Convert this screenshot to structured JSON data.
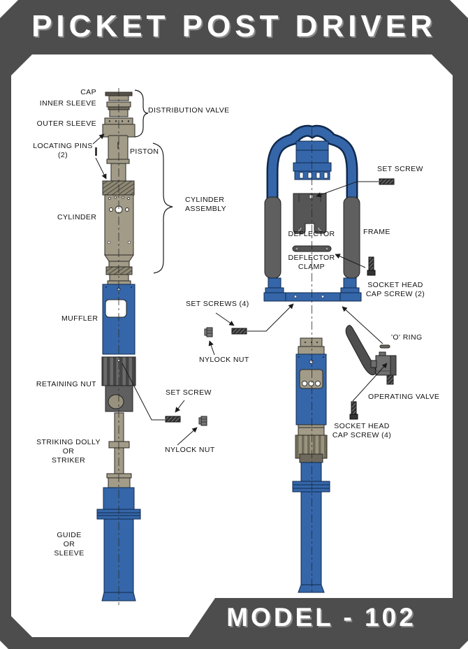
{
  "title": "PICKET POST DRIVER",
  "model": "MODEL - 102",
  "colors": {
    "frame_gray": "#4d4d4d",
    "part_blue": "#3566a9",
    "part_olive": "#a19b88",
    "part_dark_gray": "#5f5f5f",
    "line": "#1a1a1a"
  },
  "labels": {
    "cap": "CAP",
    "inner_sleeve": "INNER SLEEVE",
    "outer_sleeve": "OUTER SLEEVE",
    "distribution_valve": "DISTRIBUTION VALVE",
    "locating_pins": "LOCATING PINS\n(2)",
    "piston": "PISTON",
    "cylinder": "CYLINDER",
    "cylinder_assembly": "CYLINDER\nASSEMBLY",
    "muffler": "MUFFLER",
    "retaining_nut": "RETAINING NUT",
    "set_screw_left": "SET SCREW",
    "nylock_nut_left": "NYLOCK NUT",
    "striking_dolly": "STRIKING DOLLY\nOR\nSTRIKER",
    "guide": "GUIDE\nOR\nSLEEVE",
    "set_screws_4": "SET SCREWS (4)",
    "nylock_nut_mid": "NYLOCK NUT",
    "set_screw_right": "SET SCREW",
    "deflector": "DEFLECTOR",
    "frame": "FRAME",
    "deflector_clamp": "DEFLECTOR\nCLAMP",
    "socket_head_cap_screw_2": "SOCKET HEAD\nCAP SCREW (2)",
    "o_ring": "'O' RING",
    "operating_valve": "OPERATING VALVE",
    "socket_head_cap_screw_4": "SOCKET HEAD\nCAP SCREW (4)"
  }
}
